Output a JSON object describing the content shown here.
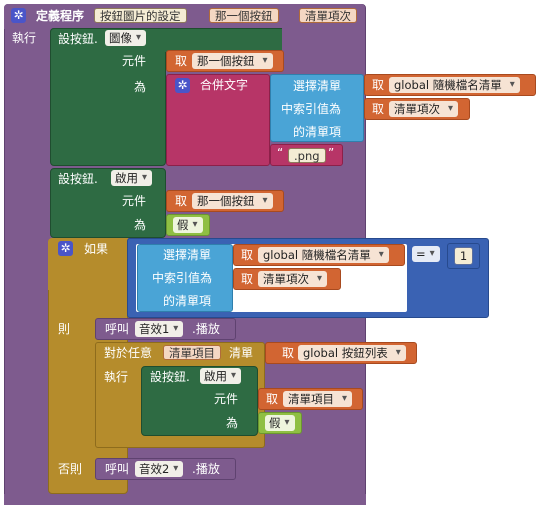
{
  "procedure": {
    "define_label": "定義程序",
    "name": "按鈕圖片的設定",
    "params": [
      "那一個按鈕",
      "清單項次"
    ],
    "do_label": "執行"
  },
  "set1": {
    "label": "設按鈕.",
    "property": "圖像",
    "component_label": "元件",
    "get_label": "取",
    "component_var": "那一個按鈕",
    "to_label": "為"
  },
  "join": {
    "label": "合併文字",
    "select": {
      "label": "選擇清單",
      "get_label": "取",
      "list_var": "global 隨機檔名清單",
      "index_label": "中索引值為",
      "index_get": "取",
      "index_var": "清單項次",
      "item_label": "的清單項"
    },
    "quote_open": "“",
    "text": ".png",
    "quote_close": "”"
  },
  "set2": {
    "label": "設按鈕.",
    "property": "啟用",
    "component_label": "元件",
    "get_label": "取",
    "component_var": "那一個按鈕",
    "to_label": "為",
    "value": "假"
  },
  "ifblock": {
    "if_label": "如果",
    "select": {
      "label": "選擇清單",
      "get_label": "取",
      "list_var": "global 隨機檔名清單",
      "index_label": "中索引值為",
      "index_get": "取",
      "index_var": "清單項次",
      "item_label": "的清單項"
    },
    "op": "=",
    "number": "1",
    "then_label": "則",
    "call1": {
      "label": "呼叫",
      "component": "音效1",
      "method": ".播放"
    },
    "foreach": {
      "label": "對於任意",
      "item_var": "清單項目",
      "list_label": "清單",
      "get_label": "取",
      "list_var": "global 按鈕列表",
      "do_label": "執行",
      "set": {
        "label": "設按鈕.",
        "property": "啟用",
        "component_label": "元件",
        "get_label": "取",
        "component_var": "清單項目",
        "to_label": "為",
        "value": "假"
      }
    },
    "else_label": "否則",
    "call2": {
      "label": "呼叫",
      "component": "音效2",
      "method": ".播放"
    }
  },
  "icons": {
    "gear": "gear-icon",
    "dropdown": "chevron-down-icon"
  },
  "colors": {
    "procedure": "#7e5b8e",
    "setter": "#2e6b43",
    "text": "#b73567",
    "list": "#4aa4d6",
    "variable": "#d26532",
    "control": "#b58c2c",
    "logic": "#8fbf43",
    "math": "#3a62b3"
  }
}
